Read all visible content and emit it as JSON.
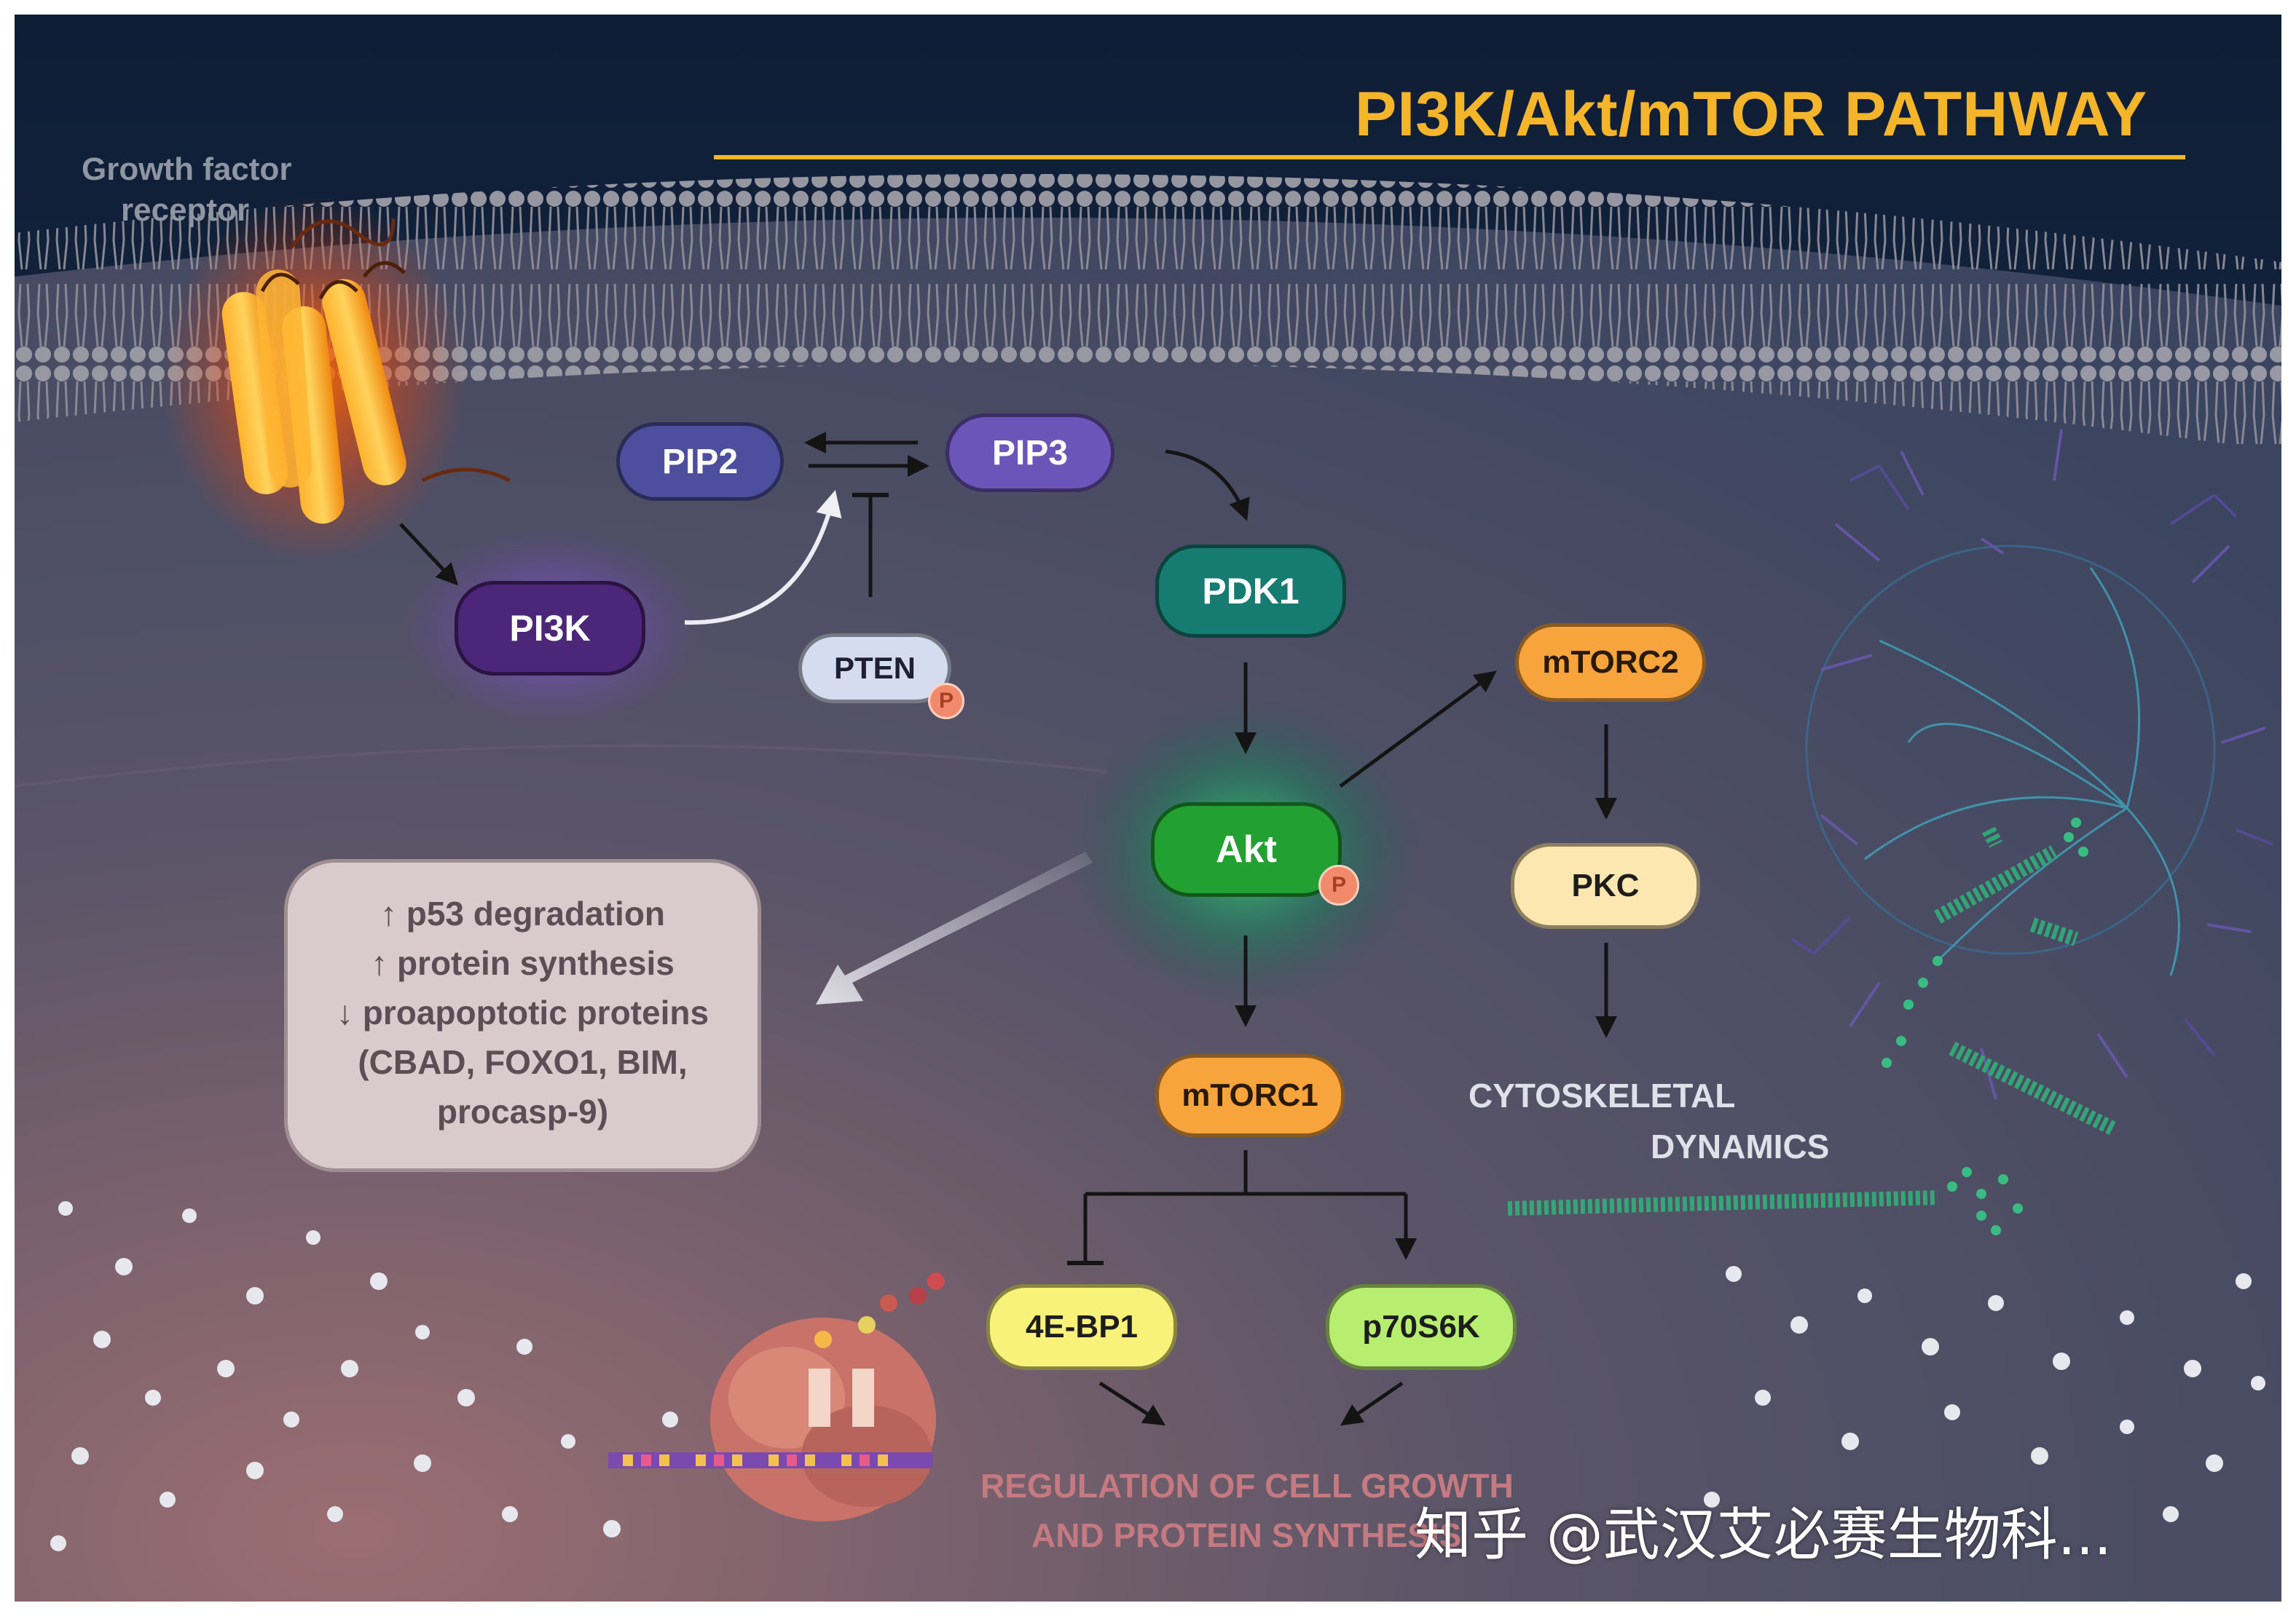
{
  "title": "PI3K/Akt/mTOR PATHWAY",
  "receptor_label": [
    "Growth factor",
    "receptor"
  ],
  "nodes": {
    "pip2": "PIP2",
    "pip3": "PIP3",
    "pi3k": "PI3K",
    "pten": "PTEN",
    "pdk1": "PDK1",
    "akt": "Akt",
    "mtorc2": "mTORC2",
    "pkc": "PKC",
    "mtorc1": "mTORC1",
    "fourebp1": "4E-BP1",
    "p70s6k": "p70S6K"
  },
  "phospho_label": "P",
  "effects": [
    "↑ p53 degradation",
    "↑ protein synthesis",
    "↓ proapoptotic proteins",
    "(CBAD, FOXO1, BIM,",
    "procasp-9)"
  ],
  "cytoskeletal": [
    "CYTOSKELETAL",
    "DYNAMICS"
  ],
  "regulation": [
    "REGULATION OF CELL GROWTH",
    "AND PROTEIN SYNTHESIS"
  ],
  "watermark": "知乎 @武汉艾必赛生物科...",
  "colors": {
    "title": "#f5b52a",
    "background_top": "#15243d",
    "cytoplasm": "#4a4a5e",
    "membrane": "#8f8f9b",
    "pip_nodes": "#4d4f9e",
    "pi3k": "#4b2679",
    "pten": "#d5dcef",
    "pdk1": "#167b70",
    "akt": "#22a032",
    "mtorc": "#f7a43c",
    "pkc": "#fde7b0",
    "fourebp1": "#f8f27a",
    "p70s6k": "#b8ee70",
    "microtubule": "#2fb57a"
  }
}
